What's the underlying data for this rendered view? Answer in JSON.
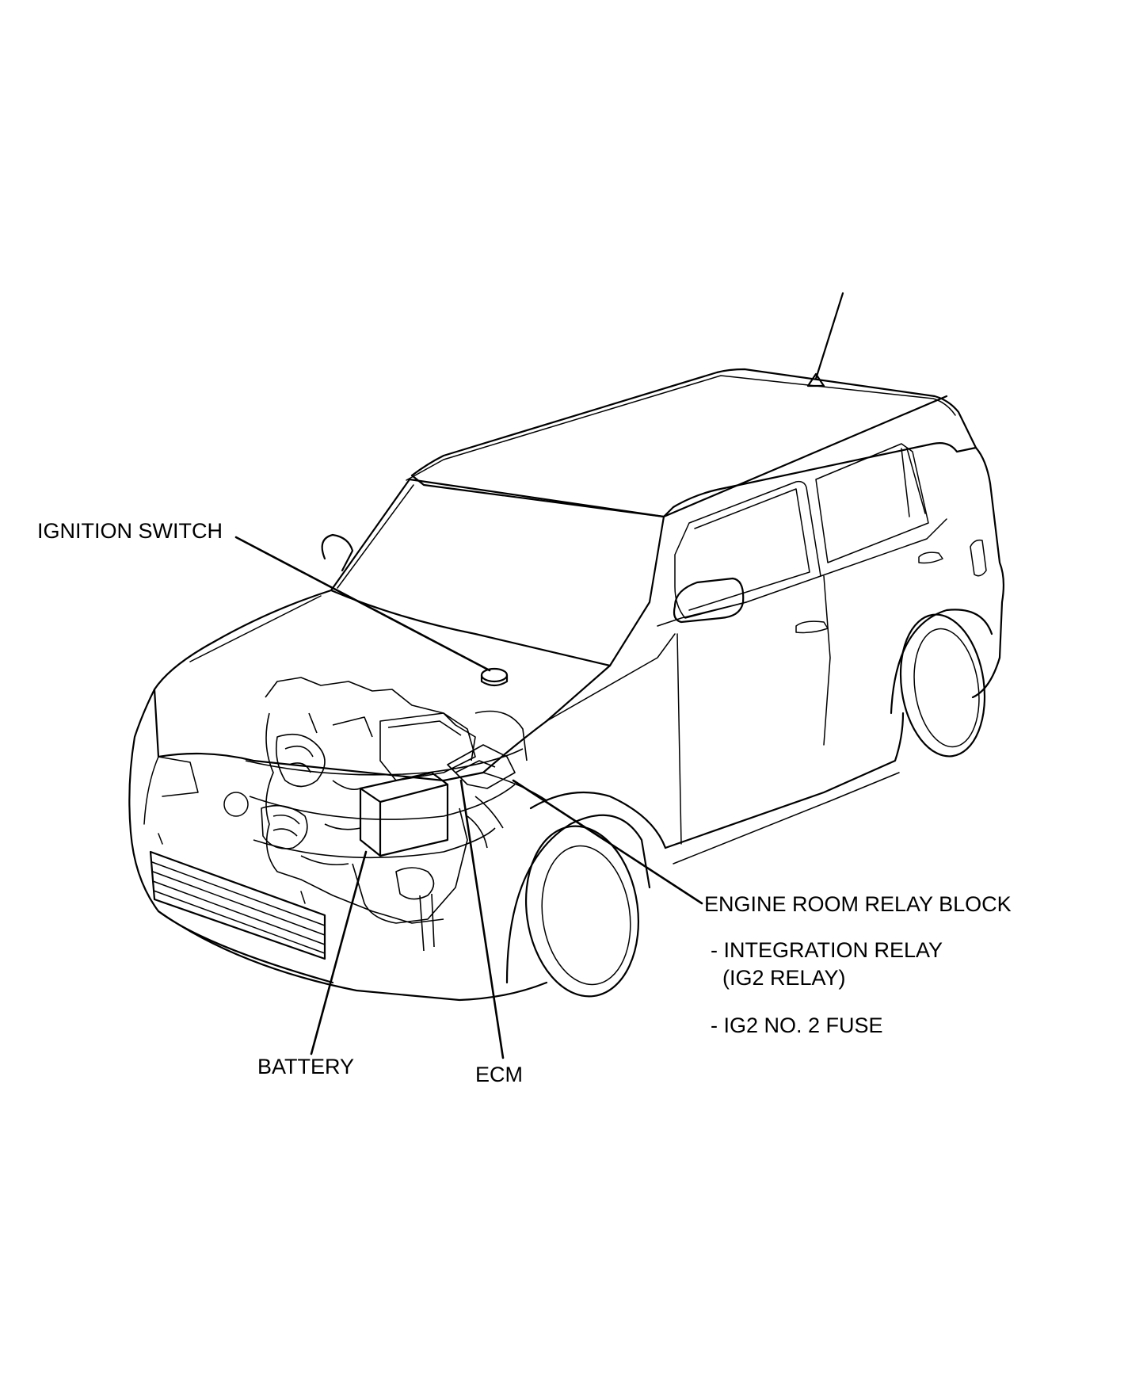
{
  "labels": {
    "ignition_switch": "IGNITION SWITCH",
    "engine_room_relay_block": "ENGINE ROOM RELAY BLOCK",
    "integration_relay": "- INTEGRATION RELAY",
    "ig2_relay": "(IG2 RELAY)",
    "ig2_fuse": "- IG2 NO. 2 FUSE",
    "battery": "BATTERY",
    "ecm": "ECM"
  }
}
